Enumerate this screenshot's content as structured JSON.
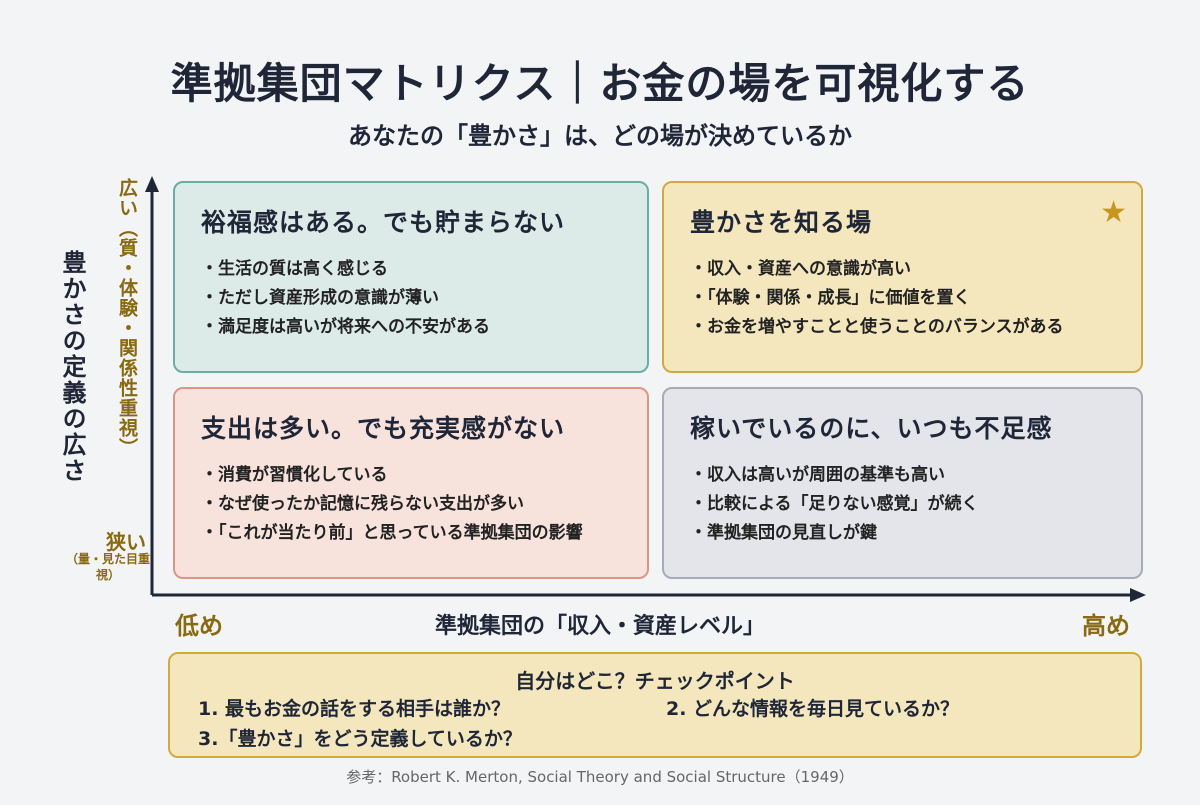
{
  "header": {
    "title": "準拠集団マトリクス｜お金の場を可視化する",
    "subtitle": "あなたの「豊かさ」は、どの場が決めているか"
  },
  "axes": {
    "y_title": "豊かさの定義の広さ",
    "y_high": "広い（質・体験・関係性重視）",
    "y_low": "狭い",
    "y_low_note": "（量・見た目重視）",
    "x_title": "準拠集団の「収入・資産レベル」",
    "x_low": "低め",
    "x_high": "高め"
  },
  "quadrants": {
    "top_left": {
      "title": "裕福感はある。でも貯まらない",
      "items": [
        "生活の質は高く感じる",
        "ただし資産形成の意識が薄い",
        "満足度は高いが将来への不安がある"
      ]
    },
    "top_right": {
      "title": "豊かさを知る場",
      "icon": "star-icon",
      "items": [
        "収入・資産への意識が高い",
        "「体験・関係・成長」に価値を置く",
        "お金を増やすことと使うことのバランスがある"
      ]
    },
    "bottom_left": {
      "title": "支出は多い。でも充実感がない",
      "items": [
        "消費が習慣化している",
        "なぜ使ったか記憶に残らない支出が多い",
        "「これが当たり前」と思っている準拠集団の影響"
      ]
    },
    "bottom_right": {
      "title": "稼いでいるのに、いつも不足感",
      "items": [
        "収入は高いが周囲の基準も高い",
        "比較による「足りない感覚」が続く",
        "準拠集団の見直しが鍵"
      ]
    }
  },
  "checkpoint": {
    "title": "自分はどこ？チェックポイント",
    "items": [
      "1.  最もお金の話をする相手は誰か？",
      "2.  どんな情報を毎日見ているか？",
      "3.「豊かさ」をどう定義しているか？"
    ]
  },
  "reference": "参考：Robert K. Merton, Social Theory and Social Structure（1949）",
  "colors": {
    "axis": "#1f2638",
    "label_accent": "#8a6a10",
    "teal": "#6aaea3",
    "gold": "#d2aa3c",
    "salmon": "#de9585",
    "gray": "#a6abb6"
  }
}
